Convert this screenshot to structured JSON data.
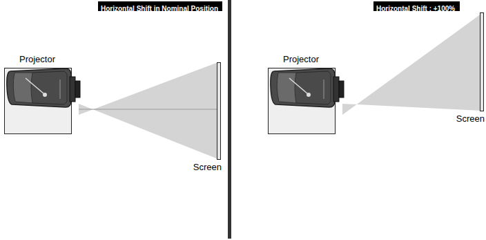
{
  "diagram": {
    "nodes": [
      {
        "text": [
          "Horizontal Shift in Nominal Position"
        ]
      },
      {
        "text": [
          "Projector"
        ]
      },
      {
        "text": [
          "Screen"
        ]
      },
      {
        "text": [
          "Horizontal Shift : +100%"
        ]
      },
      {
        "text": [
          "Projector"
        ]
      },
      {
        "text": [
          "Screen"
        ]
      }
    ]
  }
}
